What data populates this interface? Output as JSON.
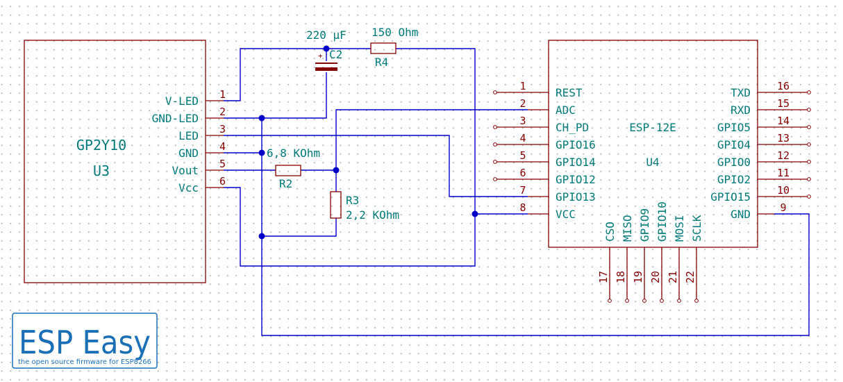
{
  "colors": {
    "wire": "#0000c8",
    "component": "#840000",
    "label": "#007a7a",
    "logo": "#1a6fb5"
  },
  "logo": {
    "title": "ESP Easy",
    "subtitle": "the open source firmware for ESP8266"
  },
  "u3": {
    "name": "GP2Y10",
    "ref": "U3",
    "pins": [
      {
        "name": "V-LED",
        "num": "1"
      },
      {
        "name": "GND-LED",
        "num": "2"
      },
      {
        "name": "LED",
        "num": "3"
      },
      {
        "name": "GND",
        "num": "4"
      },
      {
        "name": "Vout",
        "num": "5"
      },
      {
        "name": "Vcc",
        "num": "6"
      }
    ]
  },
  "u4": {
    "name": "ESP-12E",
    "ref": "U4",
    "left_pins": [
      {
        "name": "REST",
        "num": "1"
      },
      {
        "name": "ADC",
        "num": "2"
      },
      {
        "name": "CH_PD",
        "num": "3"
      },
      {
        "name": "GPIO16",
        "num": "4"
      },
      {
        "name": "GPIO14",
        "num": "5"
      },
      {
        "name": "GPIO12",
        "num": "6"
      },
      {
        "name": "GPIO13",
        "num": "7"
      },
      {
        "name": "VCC",
        "num": "8"
      }
    ],
    "right_pins": [
      {
        "name": "TXD",
        "num": "16"
      },
      {
        "name": "RXD",
        "num": "15"
      },
      {
        "name": "GPIO5",
        "num": "14"
      },
      {
        "name": "GPIO4",
        "num": "13"
      },
      {
        "name": "GPIO0",
        "num": "12"
      },
      {
        "name": "GPIO2",
        "num": "11"
      },
      {
        "name": "GPIO15",
        "num": "10"
      },
      {
        "name": "GND",
        "num": "9"
      }
    ],
    "bottom_pins": [
      {
        "name": "CSO",
        "num": "17"
      },
      {
        "name": "MISO",
        "num": "18"
      },
      {
        "name": "GPIO9",
        "num": "19"
      },
      {
        "name": "GPIO10",
        "num": "20"
      },
      {
        "name": "MOSI",
        "num": "21"
      },
      {
        "name": "SCLK",
        "num": "22"
      }
    ]
  },
  "c2": {
    "ref": "C2",
    "value": "220 µF",
    "polarity": "+"
  },
  "r4": {
    "ref": "R4",
    "value": "150 Ohm"
  },
  "r2": {
    "ref": "R2",
    "value": "6,8 KOhm"
  },
  "r3": {
    "ref": "R3",
    "value": "2,2 KOhm"
  }
}
